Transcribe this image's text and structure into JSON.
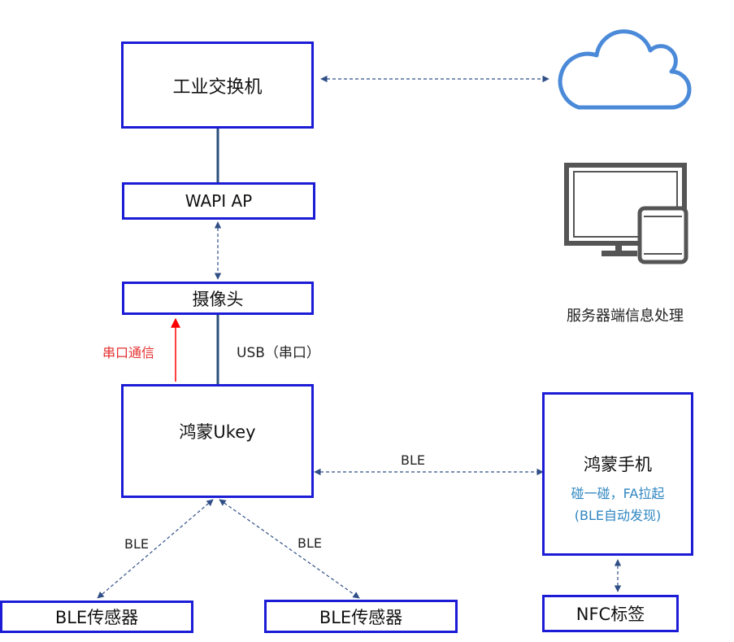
{
  "nodes": {
    "industrial_switch": "工业交换机",
    "wapi_ap": "WAPI AP",
    "camera": "摄像头",
    "hongmeng_ukey": "鸿蒙Ukey",
    "ble_sensor_left": "BLE传感器",
    "ble_sensor_right": "BLE传感器",
    "hongmeng_phone": "鸿蒙手机",
    "phone_note_1": "碰一碰，FA拉起",
    "phone_note_2": "(BLE自动发现)",
    "nfc_tag": "NFC标签"
  },
  "labels": {
    "usb_serial": "USB（串口）",
    "serial_comm": "串口通信",
    "ble_ukey_phone": "BLE",
    "ble_left": "BLE",
    "ble_right": "BLE",
    "server_side": "服务器端信息处理"
  },
  "icons": {
    "cloud": "cloud-icon",
    "devices": "monitor-phone-icon"
  },
  "colors": {
    "box_border": "#1c1cd6",
    "solid_link": "#2b4f7c",
    "dashed_link": "#2f4f86",
    "serial_arrow": "#ff0000",
    "serial_text": "#e53030",
    "phone_note_text": "#2e86c1",
    "cloud_stroke": "#4b8ad8",
    "device_icon": "#555555"
  }
}
